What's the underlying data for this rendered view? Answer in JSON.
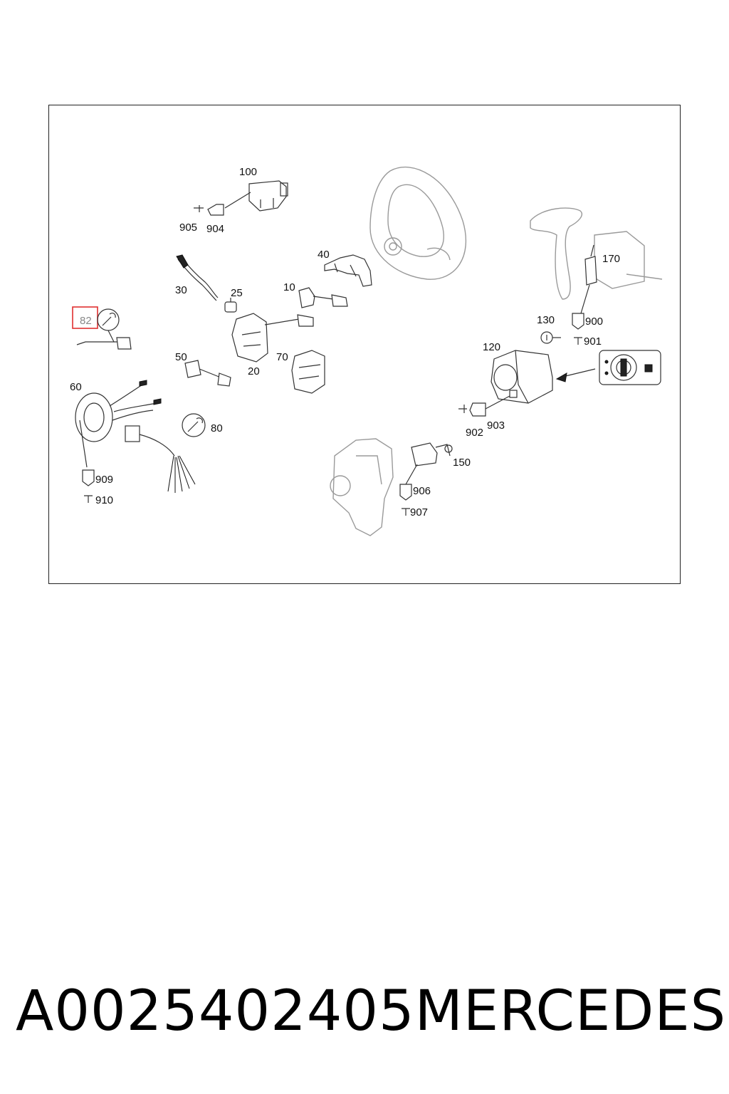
{
  "diagram": {
    "highlight_color": "#e03030",
    "labels": {
      "l100": "100",
      "l905": "905",
      "l904": "904",
      "l40": "40",
      "l30": "30",
      "l25": "25",
      "l10": "10",
      "l82": "82",
      "l20": "20",
      "l50": "50",
      "l70": "70",
      "l60": "60",
      "l80": "80",
      "l909": "909",
      "l910": "910",
      "l170": "170",
      "l130": "130",
      "l900": "900",
      "l901": "901",
      "l120": "120",
      "l902": "902",
      "l903": "903",
      "l150": "150",
      "l906": "906",
      "l907": "907"
    }
  },
  "footer": {
    "part_number": "A0025402405",
    "brand": "MERCEDES"
  }
}
